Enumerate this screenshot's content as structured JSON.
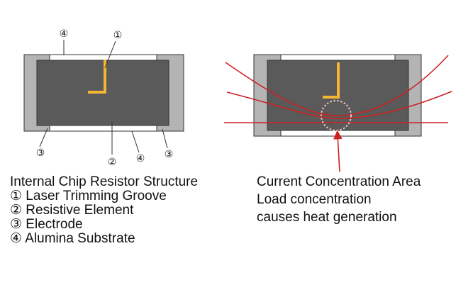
{
  "left_diagram": {
    "markers": {
      "laser_trimming_groove": "①",
      "resistive_element": "②",
      "electrode": "③",
      "alumina_substrate": "④"
    }
  },
  "left_caption": {
    "title": "Internal Chip Resistor Structure",
    "items": [
      "① Laser Trimming Groove",
      "② Resistive Element",
      "③ Electrode",
      "④ Alumina Substrate"
    ]
  },
  "right_caption": {
    "lines": [
      "Current Concentration Area",
      "Load concentration",
      "causes heat generation"
    ]
  },
  "colors": {
    "electrode": "#b4b4b4",
    "resistive_element": "#5a5a5a",
    "substrate": "#ffffff",
    "outline": "#333333",
    "trimming_groove": "#f2b634",
    "current_lines": "#cc2222",
    "concentration_circle": "#f5c6c6"
  }
}
